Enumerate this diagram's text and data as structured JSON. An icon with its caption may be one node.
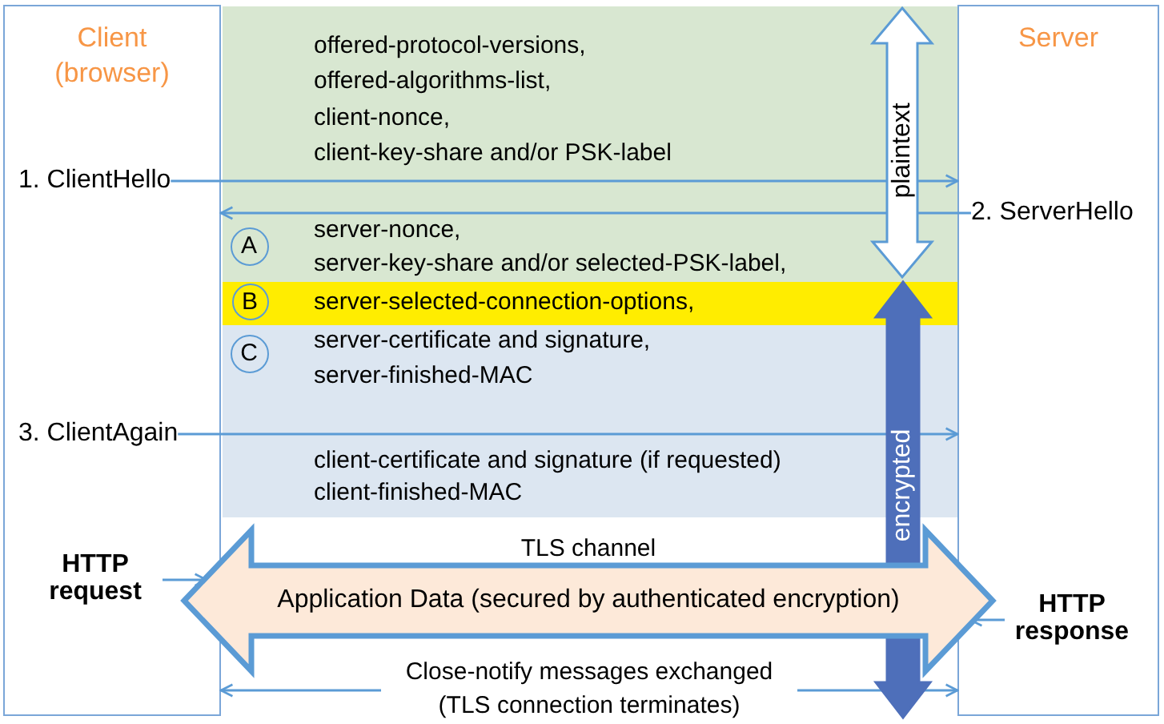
{
  "diagram": {
    "nodes": [
      {
        "text": [
          "Client (browser)"
        ]
      },
      {
        "text": [
          "offered-protocol-versions,",
          "offered-algorithms-list,",
          "client-nonce,",
          "client-key-share and/or PSK-label",
          "server-nonce,",
          "server-key-share and/or selected-PSK-label,"
        ]
      },
      {
        "text": [
          "A"
        ],
        "in": 1
      },
      {
        "text": [
          "Server"
        ]
      },
      {
        "text": [
          "1. ClientHello"
        ],
        "in": 0
      },
      {
        "text": [
          "2. ServerHello"
        ],
        "in": 3
      },
      {
        "text": [
          "server-selected-connection-options,"
        ]
      },
      {
        "text": [
          "B"
        ],
        "in": 6
      },
      {
        "text": [
          "server-certificate and signature,",
          "server-finished-MAC",
          "client-certificate and signature (if requested)",
          "client-finished-MAC"
        ]
      },
      {
        "text": [
          "C"
        ],
        "in": 8
      },
      {
        "text": [
          "3. ClientAgain"
        ],
        "in": 0
      },
      {
        "text": [
          "Application Data (secured by authenticated encryption)"
        ],
        "beside": [
          "TLS channel"
        ]
      },
      {
        "text": [
          "HTTP request"
        ],
        "in": 0
      },
      {
        "text": [
          "HTTP response"
        ],
        "in": 3
      }
    ],
    "edges": [
      {
        "from": 4,
        "to": 3,
        "arrow": "to"
      },
      {
        "from": 5,
        "to": 0,
        "arrow": "to"
      },
      {
        "from": 10,
        "to": 3,
        "arrow": "to"
      },
      {
        "from": 12,
        "to": 11,
        "arrow": "to"
      },
      {
        "from": 13,
        "to": 11,
        "arrow": "to"
      },
      {
        "from": 0,
        "to": 3,
        "arrow": "both",
        "label": "Close-notify messages exchanged (TLS connection terminates)"
      }
    ],
    "labels": [
      "plaintext",
      "encrypted"
    ]
  }
}
